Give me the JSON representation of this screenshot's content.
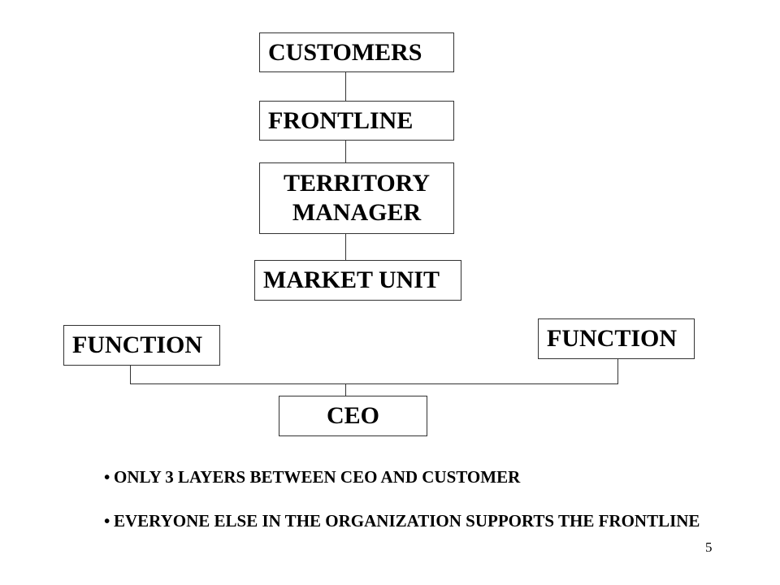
{
  "diagram": {
    "nodes": {
      "customers": "CUSTOMERS",
      "frontline": "FRONTLINE",
      "territory_manager_line1": "TERRITORY",
      "territory_manager_line2": "MANAGER",
      "market_unit": "MARKET UNIT",
      "function_left": "FUNCTION",
      "function_right": "FUNCTION",
      "ceo": "CEO"
    }
  },
  "bullets": [
    "ONLY 3 LAYERS BETWEEN CEO AND CUSTOMER",
    "EVERYONE ELSE IN THE ORGANIZATION SUPPORTS THE FRONTLINE"
  ],
  "page_number": "5"
}
